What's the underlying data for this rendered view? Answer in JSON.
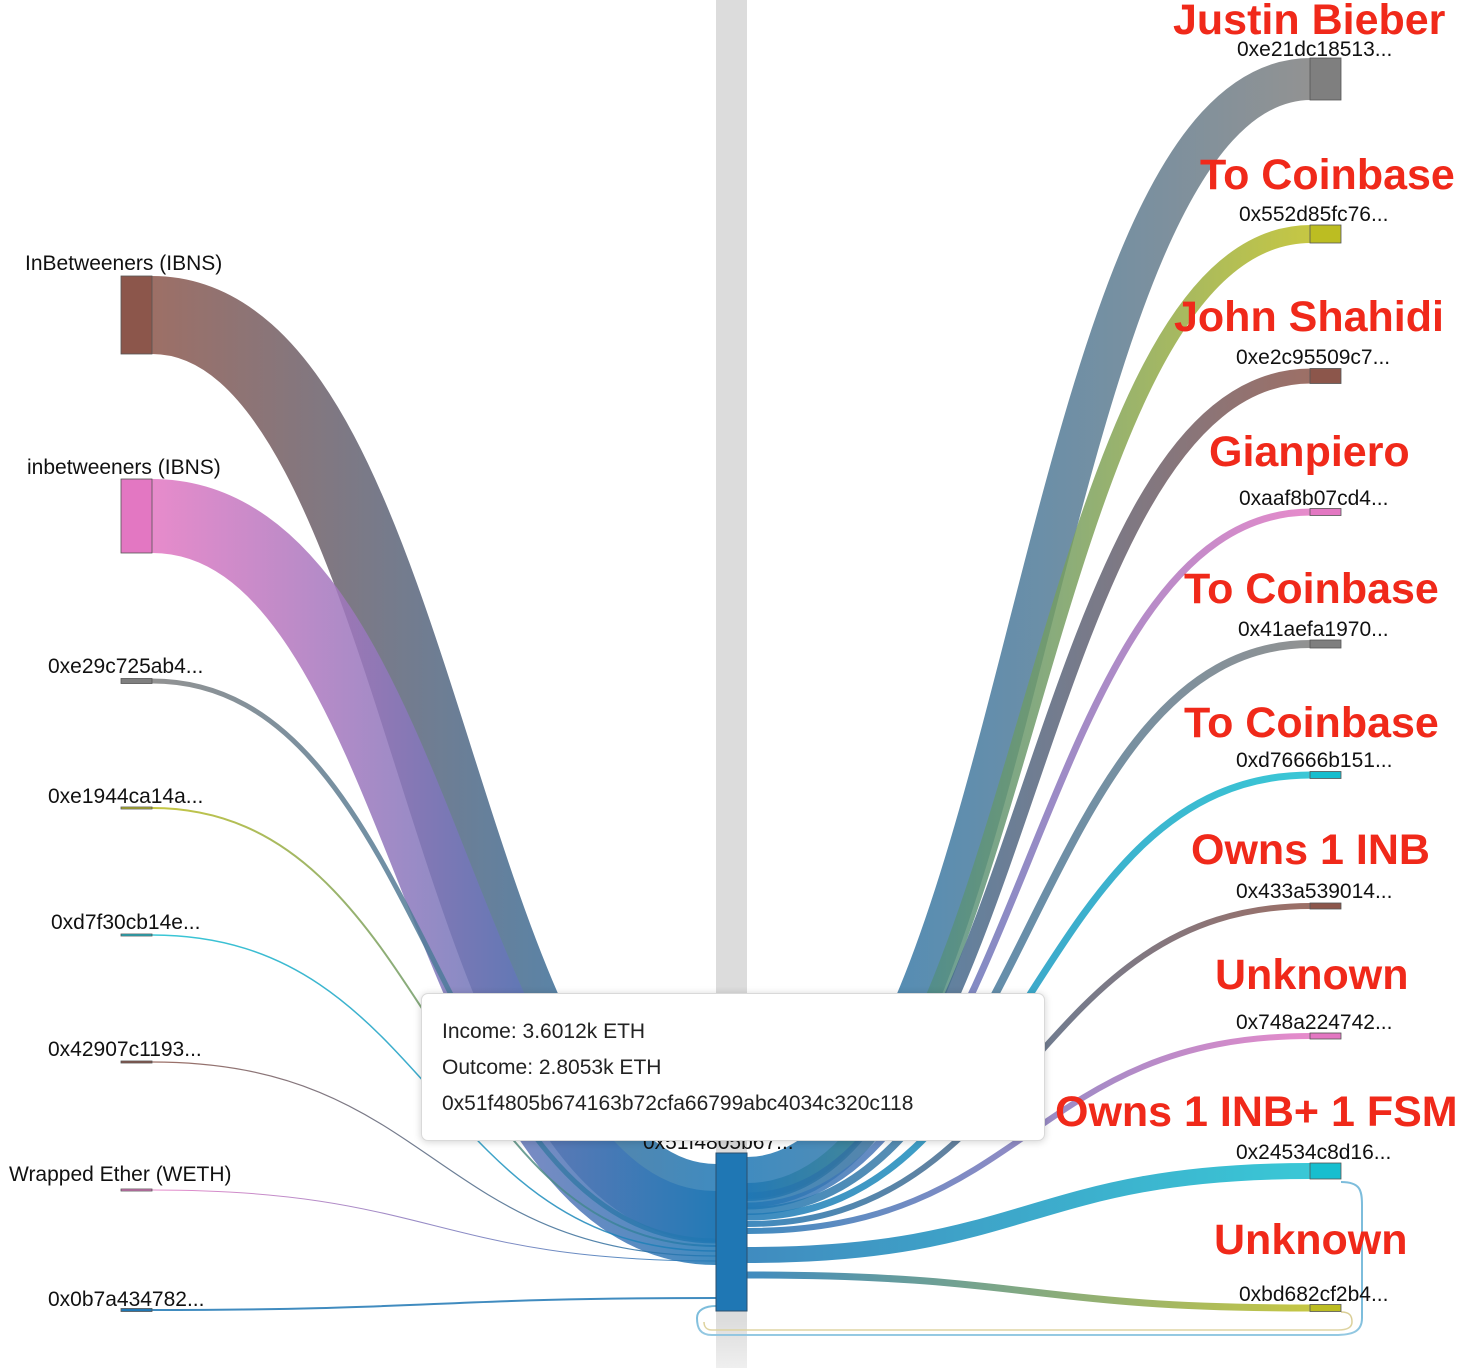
{
  "sources": [
    {
      "label": "InBetweeners (IBNS)",
      "color": "#8c564b",
      "width": 78
    },
    {
      "label": "inbetweeners (IBNS)",
      "color": "#e377c2",
      "width": 74
    },
    {
      "label": "0xe29c725ab4...",
      "color": "#7f7f7f",
      "width": 5
    },
    {
      "label": "0xe1944ca14a...",
      "color": "#bcbd22",
      "width": 2
    },
    {
      "label": "0xd7f30cb14e...",
      "color": "#17becf",
      "width": 1.5
    },
    {
      "label": "0x42907c1193...",
      "color": "#8c564b",
      "width": 1.2
    },
    {
      "label": "Wrapped Ether (WETH)",
      "color": "#e377c2",
      "width": 1
    },
    {
      "label": "0x0b7a434782...",
      "color": "#1f77b4",
      "width": 2
    }
  ],
  "center": {
    "label": "0x51f4805b67...",
    "color": "#1f77b4"
  },
  "targets": [
    {
      "label": "0xe21dc18513...",
      "annotation": "Justin Bieber",
      "color": "#7f7f7f",
      "width": 42
    },
    {
      "label": "0x552d85fc76...",
      "annotation": "To Coinbase",
      "color": "#bcbd22",
      "width": 18
    },
    {
      "label": "0xe2c95509c7...",
      "annotation": "John Shahidi",
      "color": "#8c564b",
      "width": 15
    },
    {
      "label": "0xaaf8b07cd4...",
      "annotation": "Gianpiero",
      "color": "#e377c2",
      "width": 7
    },
    {
      "label": "0x41aefa1970...",
      "annotation": "To Coinbase",
      "color": "#7f7f7f",
      "width": 8
    },
    {
      "label": "0xd76666b151...",
      "annotation": "To Coinbase",
      "color": "#17becf",
      "width": 7
    },
    {
      "label": "0x433a539014...",
      "annotation": "Owns 1 INB",
      "color": "#8c564b",
      "width": 6
    },
    {
      "label": "0x748a224742...",
      "annotation": "Unknown",
      "color": "#e377c2",
      "width": 6
    },
    {
      "label": "0x24534c8d16...",
      "annotation": "Owns 1 INB+ 1 FSM",
      "color": "#17becf",
      "width": 16
    },
    {
      "label": "0xbd682cf2b4...",
      "annotation": "Unknown",
      "color": "#bcbd22",
      "width": 7
    }
  ],
  "tooltip": {
    "income": "Income: 3.6012k ETH",
    "outcome": "Outcome: 2.8053k ETH",
    "address": "0x51f4805b674163b72cfa66799abc4034c320c118"
  }
}
